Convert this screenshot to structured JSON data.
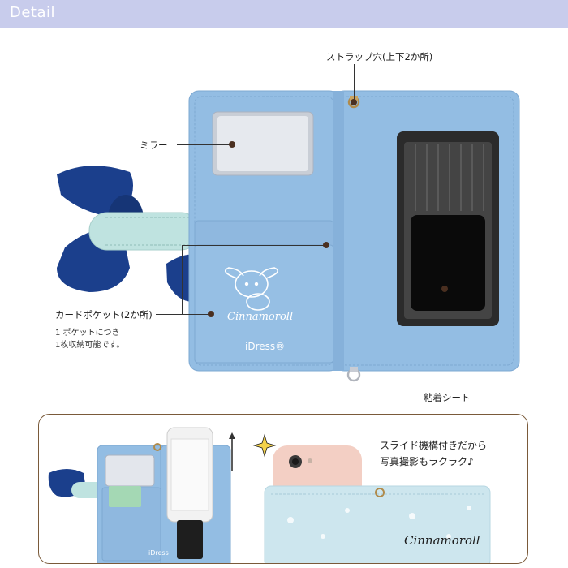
{
  "header": {
    "title": "Detail"
  },
  "labels": {
    "strap": "ストラップ穴(上下2か所)",
    "mirror": "ミラー",
    "card_pocket": "カードポケット(2か所)",
    "card_note_1": "1 ポケットにつき",
    "card_note_2": "1枚収納可能です。",
    "sticky_sheet": "粘着シート"
  },
  "case": {
    "logo": "Cinnamoroll",
    "brand": "iDress®"
  },
  "bottom": {
    "callout_line_1": "スライド機構付きだから",
    "callout_line_2": "写真撮影もラクラク♪",
    "brand": "iDress",
    "logo": "Cinnamoroll"
  },
  "colors": {
    "header": "#c8ccec",
    "case_blue": "#93bde3",
    "bow_navy": "#1b3f8c",
    "mint": "#bfe3e0",
    "frame": "#7a5a3a"
  }
}
